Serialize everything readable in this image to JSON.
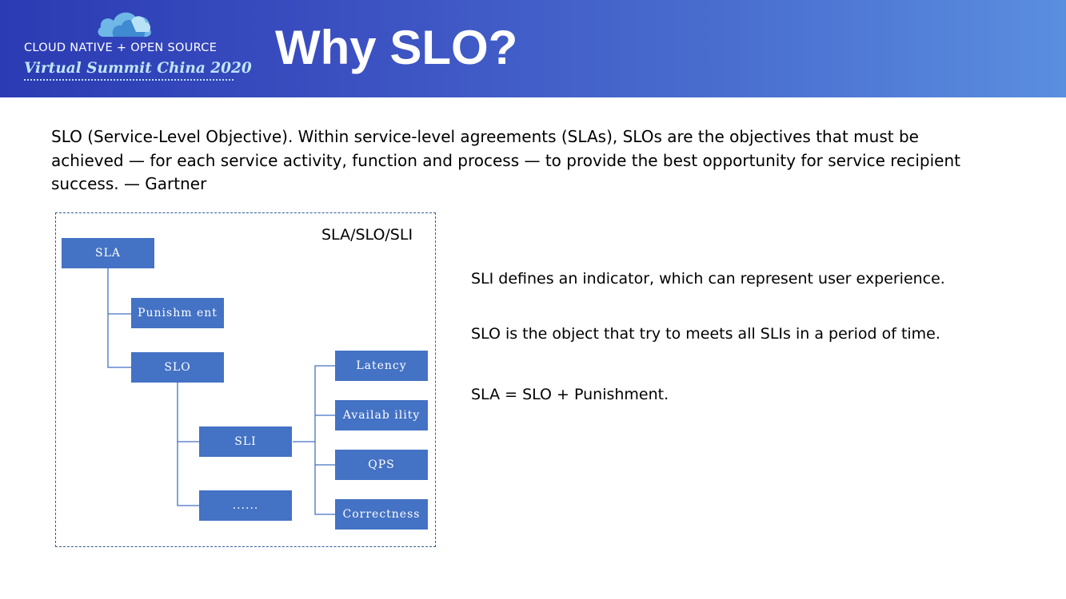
{
  "header": {
    "logo_line1": "CLOUD NATIVE + OPEN SOURCE",
    "logo_line2": "Virtual Summit China 2020",
    "title": "Why SLO?",
    "colors": {
      "gradient_start": "#2b3bb3",
      "gradient_end": "#5a8edf",
      "logo_script": "#bfe6f7"
    }
  },
  "intro": {
    "text": "SLO (Service-Level Objective). Within service-level agreements (SLAs), SLOs are the objectives that must be achieved — for each service activity, function and process — to provide the best opportunity for service recipient success. — Gartner"
  },
  "diagram": {
    "title": "SLA/SLO/SLI",
    "node_color": "#4472c4",
    "nodes": {
      "sla": "SLA",
      "punishment": "Punishm ent",
      "slo": "SLO",
      "sli": "SLI",
      "more": "......",
      "latency": "Latency",
      "availability": "Availab ility",
      "qps": "QPS",
      "correctness": "Correctness"
    }
  },
  "definitions": {
    "sli": "SLI defines an indicator, which can represent user experience.",
    "slo": "SLO is the object that try to meets all SLIs in a period of time.",
    "sla": "SLA = SLO + Punishment."
  }
}
